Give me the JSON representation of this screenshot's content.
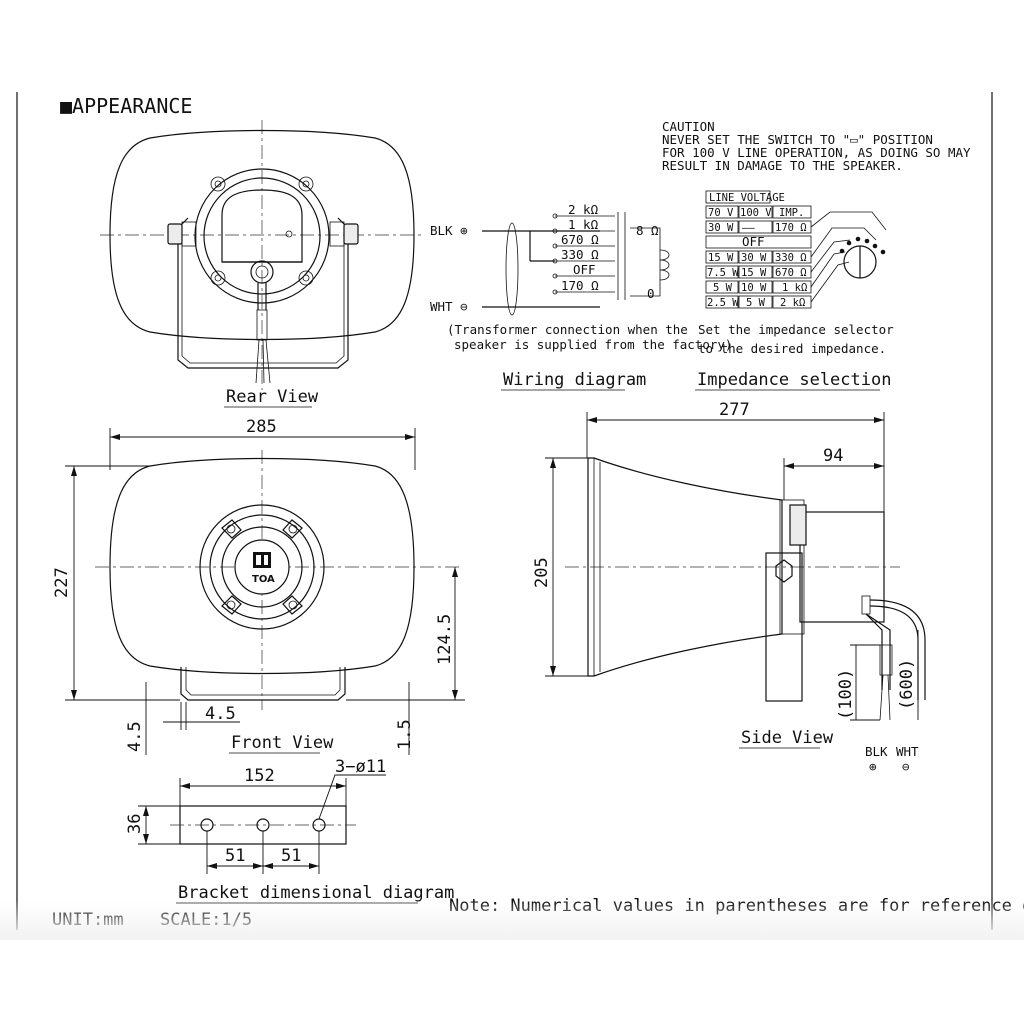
{
  "header": {
    "title": "■APPEARANCE"
  },
  "caution": {
    "lines": [
      "CAUTION",
      "NEVER SET THE SWITCH TO \"▭\" POSITION",
      "FOR 100 V LINE OPERATION, AS DOING SO MAY",
      "RESULT IN DAMAGE TO THE SPEAKER."
    ]
  },
  "views": {
    "rear": "Rear View",
    "front": "Front View",
    "side": "Side View",
    "bracket": "Bracket dimensional diagram",
    "wiring": "Wiring diagram",
    "impedance": "Impedance selection"
  },
  "wiring": {
    "blk": "BLK ⊕",
    "wht": "WHT ⊖",
    "taps": [
      "2 kΩ",
      "1 kΩ",
      "670 Ω",
      "330 Ω",
      "OFF",
      "170 Ω"
    ],
    "secondary": "8 Ω",
    "zero": "0",
    "note_line1": "(Transformer connection when the",
    "note_line2": "speaker is supplied from the factory)"
  },
  "impedance": {
    "header": "LINE VOLTAGE",
    "rows": [
      [
        "70 V",
        "100 V",
        "IMP."
      ],
      [
        "30 W",
        "——",
        "170 Ω"
      ],
      [
        "OFF"
      ],
      [
        "15 W",
        "30 W",
        "330 Ω"
      ],
      [
        "7.5 W",
        "15 W",
        "670 Ω"
      ],
      [
        "5 W",
        "10 W",
        "1 kΩ"
      ],
      [
        "2.5 W",
        "5 W",
        "2 kΩ"
      ]
    ],
    "note_line1": "Set the impedance selector",
    "note_line2": "to the desired impedance."
  },
  "dimensions": {
    "front_width": "285",
    "front_height": "227",
    "front_center": "124.5",
    "front_offset_left": "4.5",
    "front_offset_bottom": "4.5",
    "front_offset_right": "1.5",
    "side_length": "277",
    "side_rear": "94",
    "side_height": "205",
    "cable_100": "(100)",
    "cable_600": "(600)",
    "bracket_width": "152",
    "bracket_holes": "3−ø11",
    "bracket_height": "36",
    "bracket_pitch_1": "51",
    "bracket_pitch_2": "51"
  },
  "side_leads": {
    "blk": "BLK",
    "wht": "WHT",
    "plus": "⊕",
    "minus": "⊖"
  },
  "logo": {
    "text": "TOA"
  },
  "footer": {
    "unit": "UNIT:mm",
    "scale": "SCALE:1/5",
    "note": "Note: Numerical values in parentheses are for reference only."
  }
}
